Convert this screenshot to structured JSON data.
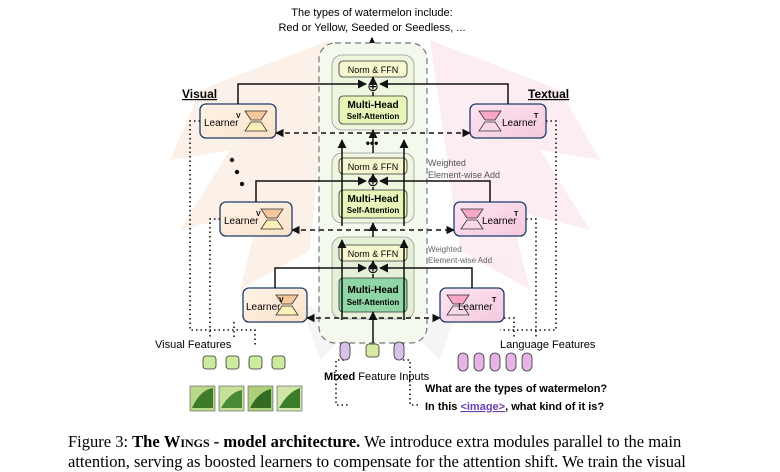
{
  "output_text": {
    "line1": "The types of watermelon include:",
    "line2": "Red or Yellow, Seeded or Seedless, ..."
  },
  "sides": {
    "visual_label": "Visual",
    "textual_label": "Textual"
  },
  "blocks": {
    "norm_ffn": "Norm & FFN",
    "plus_glyph": "⊕",
    "mha_line1": "Multi-Head",
    "mha_line2": "Self-Attention",
    "ellipsis_vertical": "•••"
  },
  "learners": {
    "label": "Learner",
    "visual_superscript": "V",
    "textual_superscript": "T"
  },
  "annotations": {
    "weighted_add_line1": "Weighted",
    "weighted_add_line2": "Element-wise Add"
  },
  "inputs": {
    "visual_features": "Visual Features",
    "language_features": "Language Features",
    "mixed_feature_inputs_bold": "Mixed",
    "mixed_feature_inputs_rest": " Feature Inputs",
    "question_line1": "What are the types of watermelon?",
    "question_line2_pre": "In this ",
    "question_line2_tag": "<image>",
    "question_line2_post": ", what kind of it is?"
  },
  "caption": {
    "figure_label": "Figure 3: ",
    "title_pre": "The ",
    "title_wings": "Wings",
    "title_post": " - model architecture.",
    "text_line1": " We introduce extra modules parallel to the main",
    "text_line2": "attention, serving as boosted learners to compensate for the attention shift.  We train the visual"
  },
  "colors": {
    "mha_fill": "#e8f5b8",
    "mha_fill_bottom": "#8fd5a6",
    "ffn_fill": "#f7f7cf",
    "visual_accent": "#f1c9a0",
    "textual_accent": "#f2a8c8",
    "visual_token": "#cdeb9c",
    "language_token": "#e7b4e6",
    "mixed_token_visual": "#d6e9a2",
    "mixed_token_text": "#d8c2ea",
    "tag_color": "#6a3fb0"
  },
  "icons": [
    "plus-circle-icon",
    "arrow-up-icon",
    "hourglass-icon",
    "watermelon-image-icon"
  ]
}
